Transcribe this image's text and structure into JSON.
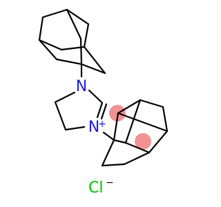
{
  "colors": {
    "bond": "#000000",
    "nitrogen": "#1c1cf0",
    "chlorine": "#00c000",
    "highlight": "#f07f7f",
    "background": "#ffffff"
  },
  "atoms": {
    "n1": {
      "symbol": "N",
      "charge": ""
    },
    "n3": {
      "symbol": "N",
      "charge": "+"
    },
    "chloride": {
      "symbol": "Cl",
      "charge": "−"
    }
  }
}
